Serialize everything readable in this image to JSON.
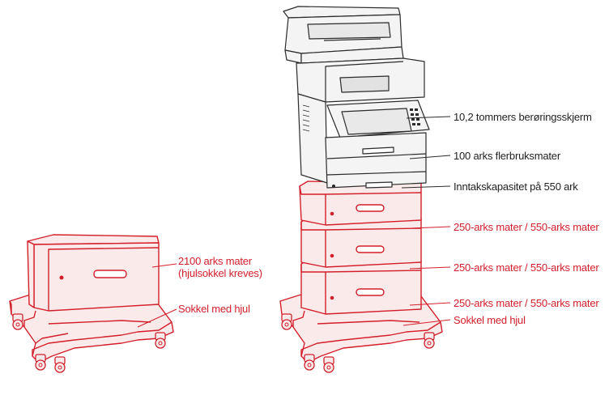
{
  "colors": {
    "option_outline": "#d31f2b",
    "option_fill": "#fbeaea",
    "printer_line": "#2b2b2b",
    "printer_fill": "#f4f4f4"
  },
  "left_config": {
    "feeder_label_line1": "2100 arks mater",
    "feeder_label_line2": "(hjulsokkel kreves)",
    "base_label": "Sokkel med hjul"
  },
  "right_config": {
    "touchscreen_label": "10,2 tommers berøringsskjerm",
    "mp_feeder_label": "100 arks flerbruksmater",
    "input_capacity_label": "Inntakskapasitet på 550 ark",
    "tray_labels": [
      "250-arks mater / 550-arks mater",
      "250-arks mater / 550-arks mater",
      "250-arks mater / 550-arks mater"
    ],
    "base_label": "Sokkel med hjul"
  },
  "icons": {
    "printer": "mfp-printer-illustration",
    "tray": "paper-tray-illustration",
    "base": "caster-base-illustration",
    "feeder": "high-capacity-feeder-illustration"
  }
}
